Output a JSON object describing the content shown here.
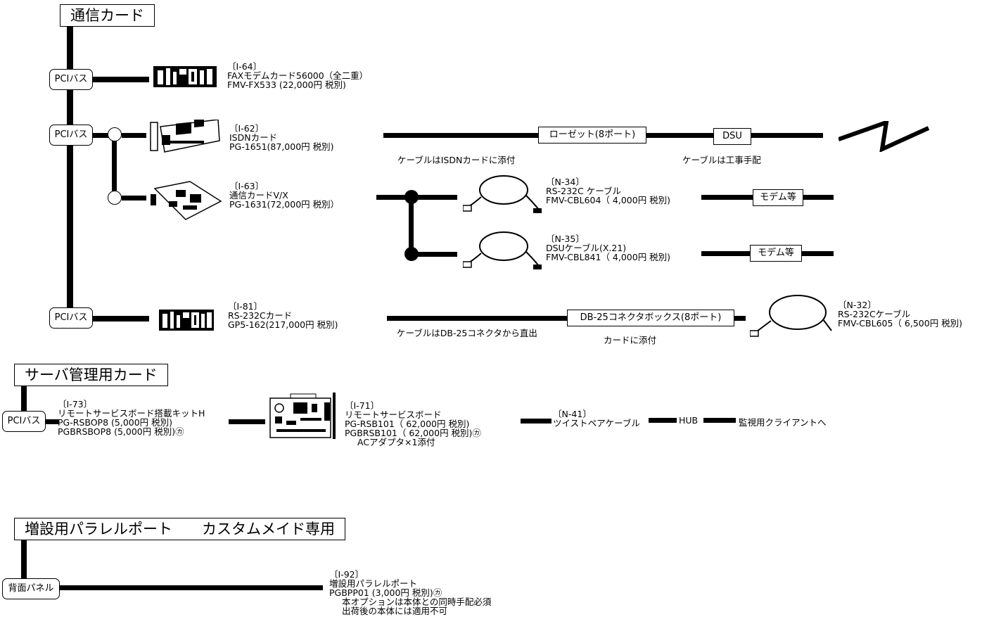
{
  "sections": {
    "comm": "通信カード",
    "server": "サーバ管理用カード",
    "parallel": "増設用パラレルポート　　カスタムメイド専用"
  },
  "buses": {
    "pci1": "PCIバス",
    "pci2": "PCIバス",
    "pci3": "PCIバス",
    "pci4": "PCIバス",
    "rear": "背面パネル"
  },
  "items": {
    "i64": [
      "〔I-64〕",
      "FAXモデムカード56000（全二重）",
      "FMV-FX533 (22,000円  税別)"
    ],
    "i62": [
      "〔I-62〕",
      "ISDNカード",
      "PG-1651(87,000円 税別)"
    ],
    "i63": [
      "〔I-63〕",
      "通信カードV/X",
      "PG-1631(72,000円 税別）"
    ],
    "n34": [
      "〔N-34〕",
      "RS-232C ケーブル",
      "FMV-CBL604（ 4,000円  税別)"
    ],
    "n35": [
      "〔N-35〕",
      "DSUケーブル(X.21)",
      "FMV-CBL841（ 4,000円  税別)"
    ],
    "i81": [
      "〔I-81〕",
      "RS-232Cカード",
      "GP5-162(217,000円 税別)"
    ],
    "n32": [
      "〔N-32〕",
      "RS-232Cケーブル",
      "FMV-CBL605（ 6,500円  税別)"
    ],
    "i73": [
      "〔I-73〕",
      "リモートサービスボード搭載キットH",
      "PG-RSBOP8 (5,000円  税別)",
      "PGBRSBOP8 (5,000円  税別)㋕"
    ],
    "i71": [
      "〔I-71〕",
      "リモートサービスボード",
      "PG-RSB101（ 62,000円  税別)",
      "PGBRSB101（ 62,000円  税別)㋕",
      "ACアダプタ×1添付"
    ],
    "n41": [
      "〔N-41〕",
      "ツイストペアケーブル"
    ],
    "i92": [
      "〔I-92〕",
      "増設用パラレルポート",
      "PGBPP01 (3,000円  税別)㋕",
      "本オプションは本体との同時手配必須",
      "出荷後の本体には適用不可"
    ]
  },
  "boxes": {
    "rosette": "ローゼット(8ポート)",
    "dsu": "DSU",
    "modem1": "モデム等",
    "modem2": "モデム等",
    "db25": "DB-25コネクタボックス(8ポート)"
  },
  "notes": {
    "isdn_cable": "ケーブルはISDNカードに添付",
    "koji": "ケーブルは工事手配",
    "db25_cable": "ケーブルはDB-25コネクタから直出",
    "card_attached": "カードに添付",
    "hub": "HUB",
    "monitor": "監視用クライアントへ"
  }
}
